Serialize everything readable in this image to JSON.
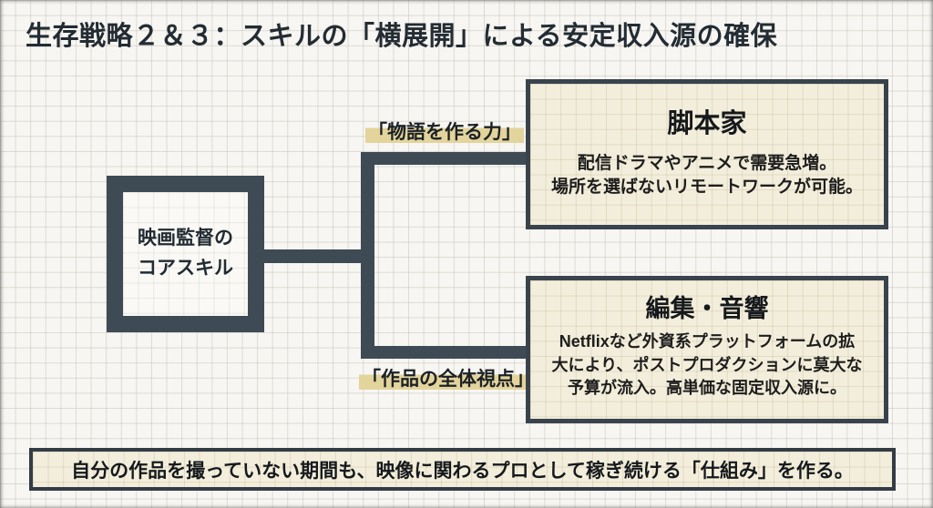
{
  "slide": {
    "title": "生存戦略２＆３：スキルの「横展開」による安定収入源の確保"
  },
  "core_node": {
    "label": "映画監督の\nコアスキル"
  },
  "branches": [
    {
      "connector_label": "「物語を作る力」",
      "title": "脚本家",
      "body": "配信ドラマやアニメで需要急増。\n場所を選ばないリモートワークが可能。"
    },
    {
      "connector_label": "「作品の全体視点」",
      "title": "編集・音響",
      "body": "Netflixなど外資系プラットフォームの拡\n大により、ポストプロダクションに莫大な\n予算が流入。高単価な固定収入源に。"
    }
  ],
  "footer": {
    "message": "自分の作品を撮っていない期間も、映像に関わるプロとして稼ぎ続ける「仕組み」を作る。"
  },
  "colors": {
    "dark_slate": "#3e4b55",
    "border_dark": "#39434d",
    "cream": "#f3eedb",
    "highlight": "#e3d49c",
    "text_dark": "#232c33",
    "paper": "#f7f6f2"
  }
}
